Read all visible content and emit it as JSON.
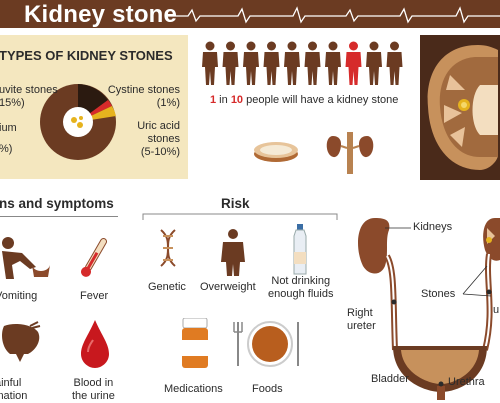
{
  "header": {
    "title": "Kidney stone"
  },
  "colors": {
    "brown": "#6b3b22",
    "accent_red": "#d62b2b",
    "cream": "#f4e7bf"
  },
  "types": {
    "title": "TYPES OF KIDNEY STONES",
    "struvite": [
      "uvite stones",
      "15%)"
    ],
    "calcium": [
      "ium",
      "%)"
    ],
    "cystine": [
      "Cystine stones",
      "(1%)"
    ],
    "uric": [
      "Uric acid",
      "stones",
      "(5-10%)"
    ]
  },
  "people": {
    "count": 10,
    "highlighted_index": 7,
    "caption_num1": "1",
    "caption_in": " in ",
    "caption_num2": "10",
    "caption_rest": " people will have a kidney stone"
  },
  "symptoms": {
    "title": "ns and symptoms",
    "items": [
      "Vomiting",
      "Fever",
      "ainful",
      "ination",
      "Blood in",
      "the urine"
    ]
  },
  "risk": {
    "title": "Risk",
    "genetic": "Genetic",
    "overweight": "Overweight",
    "fluids": [
      "Not drinking",
      "enough fluids"
    ],
    "medications": "Medications",
    "foods": "Foods"
  },
  "anatomy": {
    "kidneys": "Kidneys",
    "stones": "Stones",
    "right_ureter": [
      "Right",
      "ureter"
    ],
    "left_ureter_partial": "u",
    "bladder": "Bladder",
    "urethra": "Urethra"
  }
}
